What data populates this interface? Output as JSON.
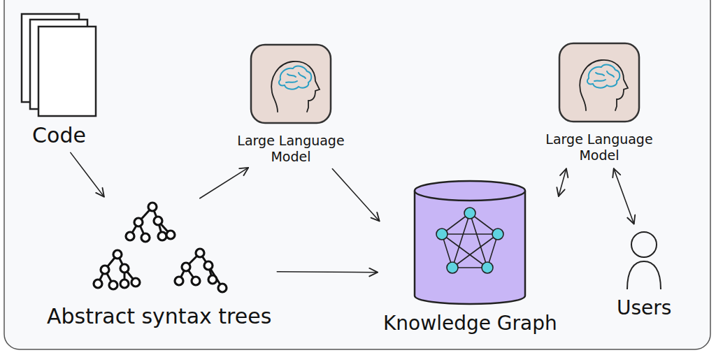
{
  "diagram": {
    "nodes": [
      {
        "text": [
          "Code"
        ]
      },
      {
        "text": [
          "Large Language Model"
        ]
      },
      {
        "text": [
          "Abstract syntax trees"
        ]
      },
      {
        "text": [
          "Knowledge Graph"
        ]
      },
      {
        "text": [
          "Large Language Model"
        ]
      },
      {
        "text": [
          "Users"
        ]
      }
    ],
    "edges": [
      {
        "from": 0,
        "to": 2,
        "arrow": "to"
      },
      {
        "from": 2,
        "to": 1,
        "arrow": "to"
      },
      {
        "from": 1,
        "to": 3,
        "arrow": "to"
      },
      {
        "from": 2,
        "to": 3,
        "arrow": "to"
      },
      {
        "from": 3,
        "to": 4,
        "arrow": "both"
      },
      {
        "from": 4,
        "to": 5,
        "arrow": "both"
      }
    ]
  }
}
